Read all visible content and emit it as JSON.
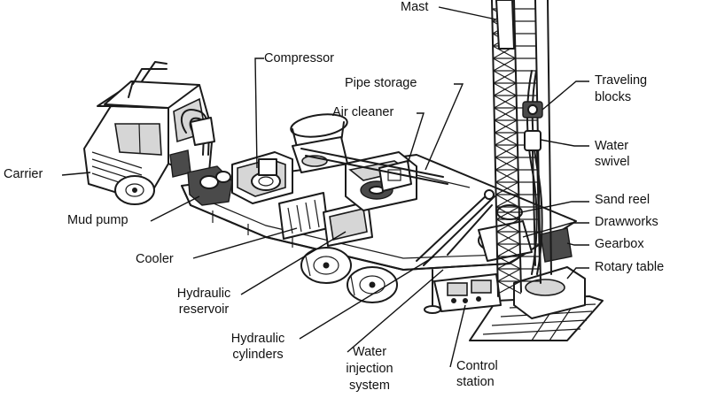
{
  "labels": {
    "mast": "Mast",
    "compressor": "Compressor",
    "pipe_storage": "Pipe storage",
    "air_cleaner": "Air cleaner",
    "traveling_blocks_line1": "Traveling",
    "traveling_blocks_line2": "blocks",
    "water_swivel_line1": "Water",
    "water_swivel_line2": "swivel",
    "carrier": "Carrier",
    "sand_reel": "Sand reel",
    "mud_pump": "Mud pump",
    "drawworks": "Drawworks",
    "gearbox": "Gearbox",
    "cooler": "Cooler",
    "rotary_table": "Rotary table",
    "hydraulic_reservoir_line1": "Hydraulic",
    "hydraulic_reservoir_line2": "reservoir",
    "hydraulic_cylinders_line1": "Hydraulic",
    "hydraulic_cylinders_line2": "cylinders",
    "water_injection_line1": "Water",
    "water_injection_line2": "injection",
    "water_injection_line3": "system",
    "control_station_line1": "Control",
    "control_station_line2": "station"
  }
}
